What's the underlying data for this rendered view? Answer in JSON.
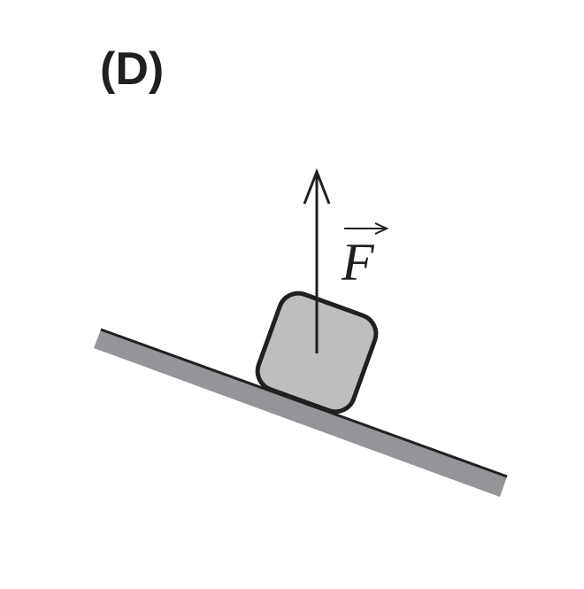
{
  "panel": {
    "label": "(D)"
  },
  "force": {
    "symbol": "F",
    "direction": "up"
  },
  "colors": {
    "ink": "#231f20",
    "incline_fill": "#939598",
    "block_fill": "#bcbec0",
    "background": "#ffffff"
  }
}
